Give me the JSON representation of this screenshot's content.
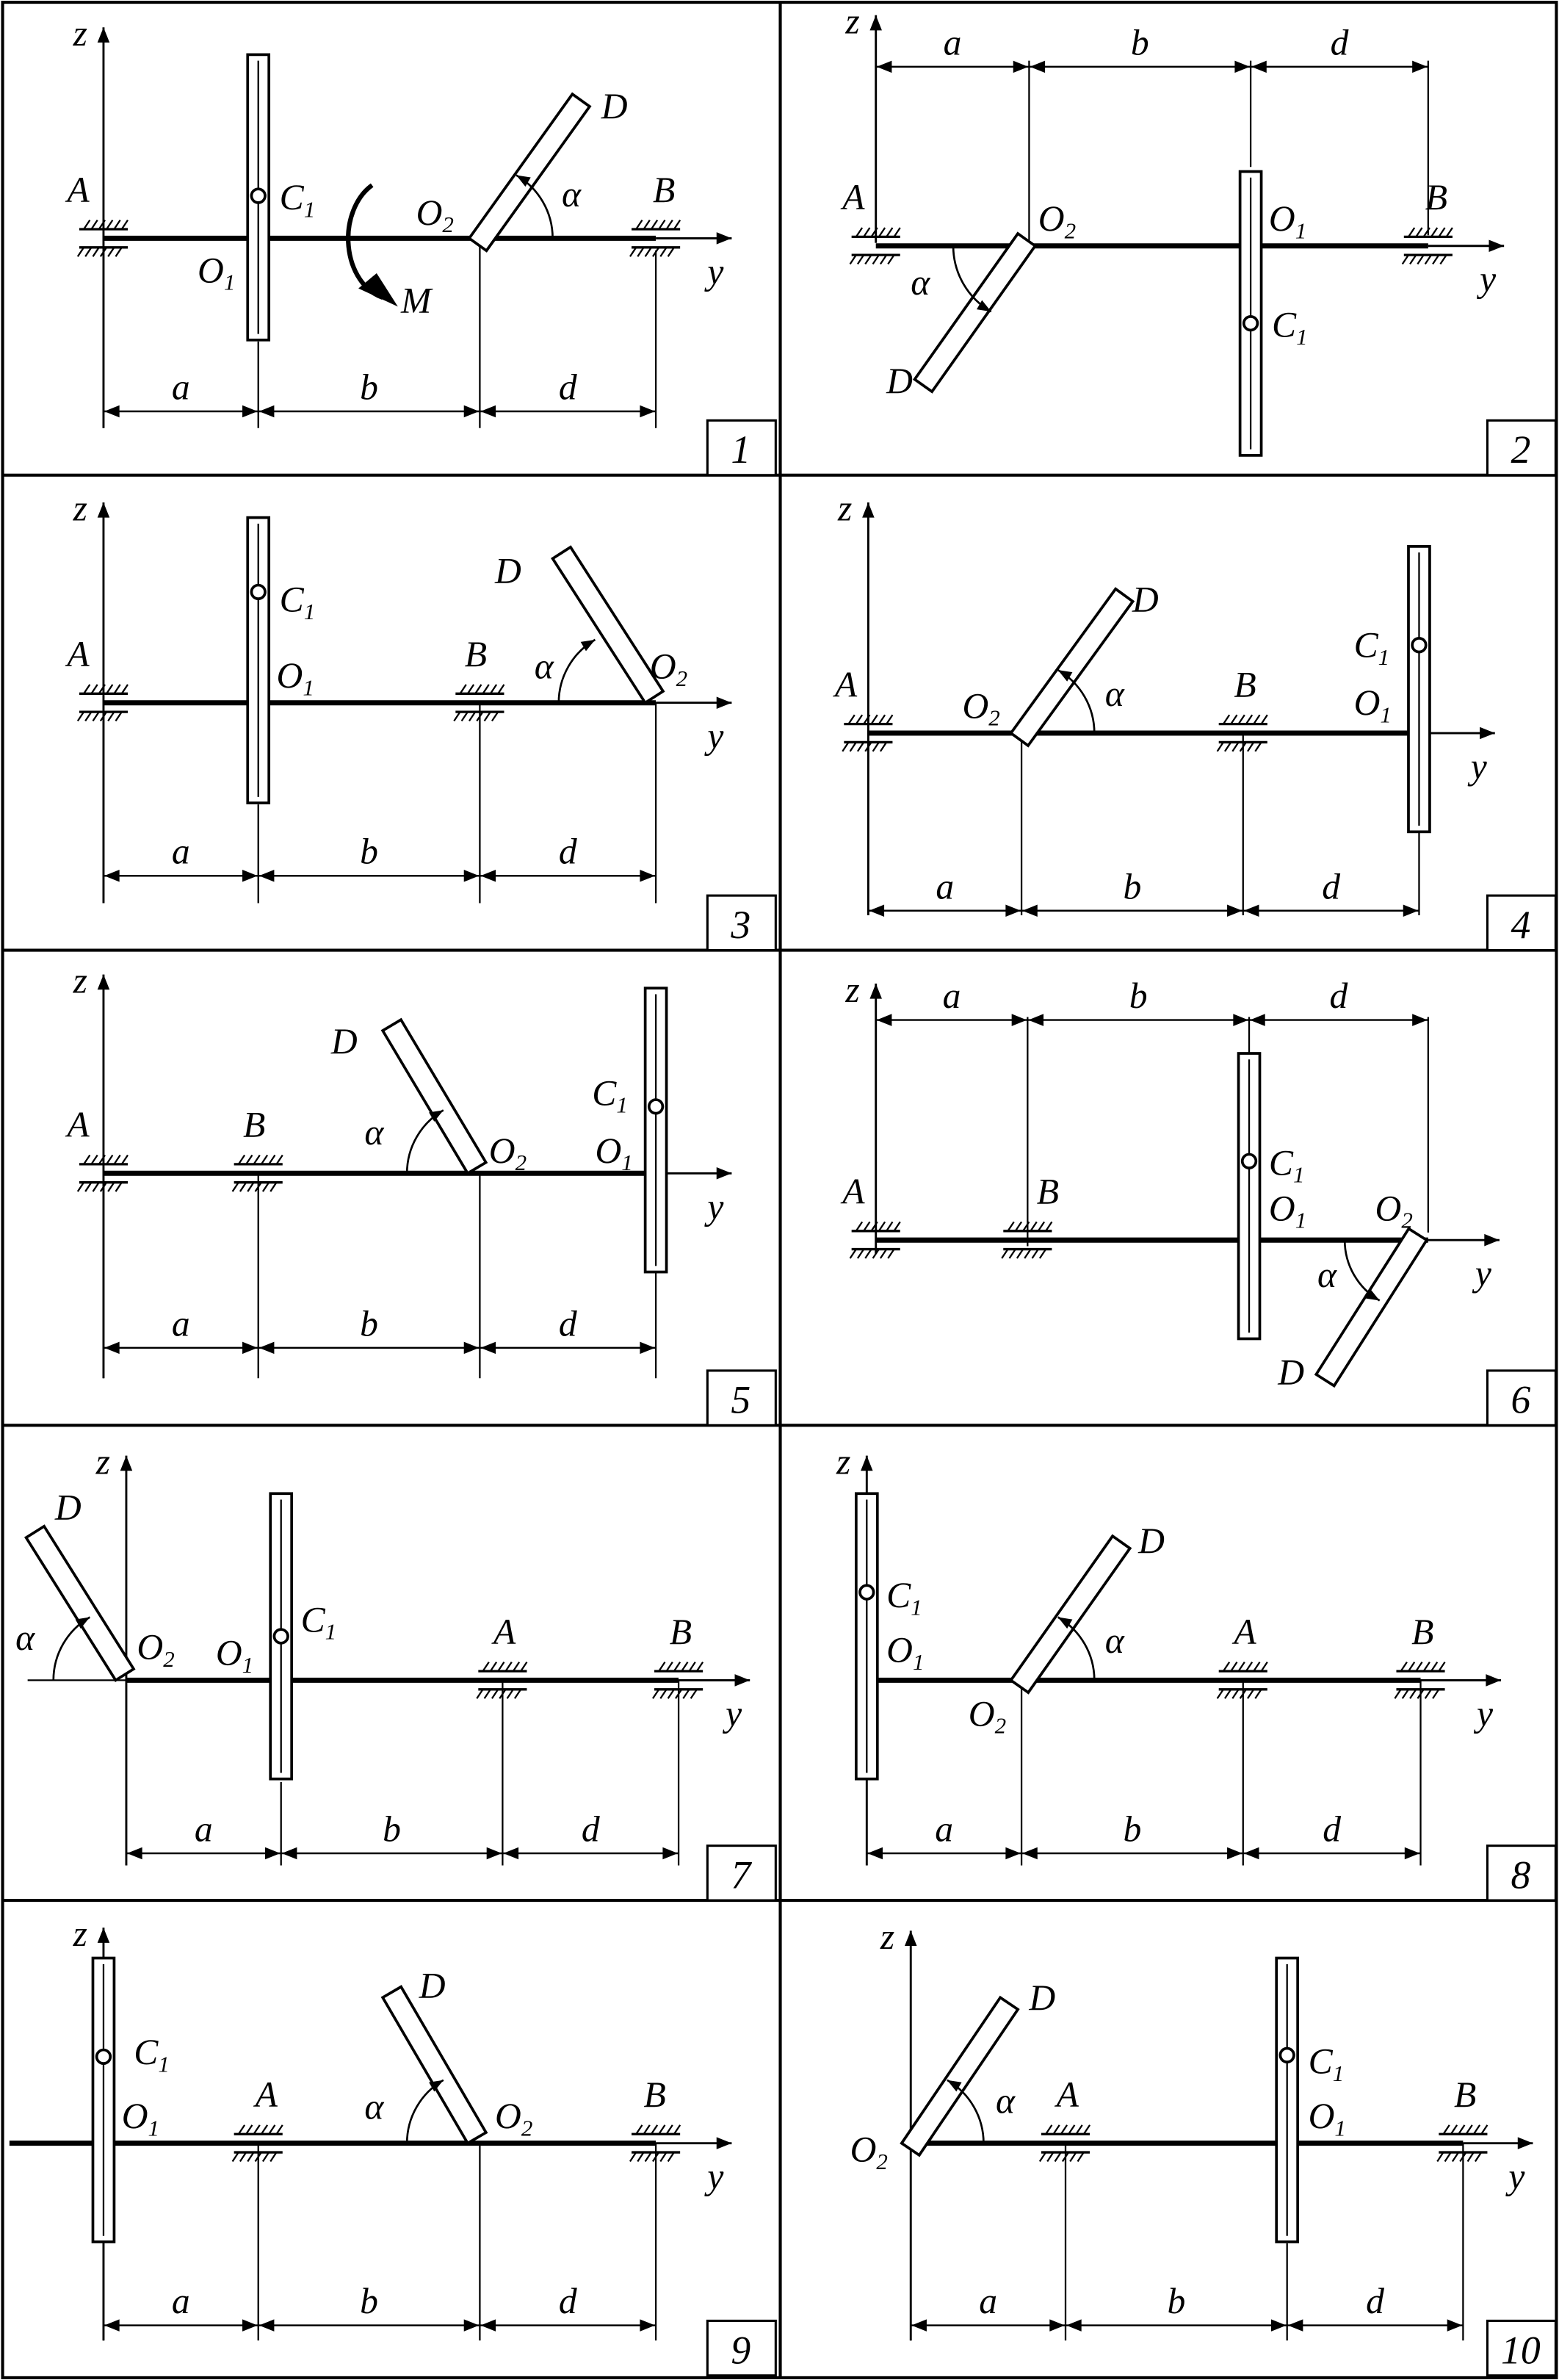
{
  "panels": [
    {
      "number": "1",
      "labels": {
        "z": "z",
        "y": "y",
        "a": "a",
        "b": "b",
        "d": "d",
        "A": "A",
        "B": "B",
        "C": "C",
        "C_sub": "1",
        "O_disk": "O",
        "O_disk_sub": "1",
        "O_rod": "O",
        "O_rod_sub": "2",
        "D": "D",
        "alpha": "α",
        "M": "M"
      }
    },
    {
      "number": "2",
      "labels": {
        "z": "z",
        "y": "y",
        "a": "a",
        "b": "b",
        "d": "d",
        "A": "A",
        "B": "B",
        "C": "C",
        "C_sub": "1",
        "O_disk": "O",
        "O_disk_sub": "1",
        "O_rod": "O",
        "O_rod_sub": "2",
        "D": "D",
        "alpha": "α"
      }
    },
    {
      "number": "3",
      "labels": {
        "z": "z",
        "y": "y",
        "a": "a",
        "b": "b",
        "d": "d",
        "A": "A",
        "B": "B",
        "C": "C",
        "C_sub": "1",
        "O_disk": "O",
        "O_disk_sub": "1",
        "O_rod": "O",
        "O_rod_sub": "2",
        "D": "D",
        "alpha": "α"
      }
    },
    {
      "number": "4",
      "labels": {
        "z": "z",
        "y": "y",
        "a": "a",
        "b": "b",
        "d": "d",
        "A": "A",
        "B": "B",
        "C": "C",
        "C_sub": "1",
        "O_disk": "O",
        "O_disk_sub": "1",
        "O_rod": "O",
        "O_rod_sub": "2",
        "D": "D",
        "alpha": "α"
      }
    },
    {
      "number": "5",
      "labels": {
        "z": "z",
        "y": "y",
        "a": "a",
        "b": "b",
        "d": "d",
        "A": "A",
        "B": "B",
        "C": "C",
        "C_sub": "1",
        "O_disk": "O",
        "O_disk_sub": "1",
        "O_rod": "O",
        "O_rod_sub": "2",
        "D": "D",
        "alpha": "α"
      }
    },
    {
      "number": "6",
      "labels": {
        "z": "z",
        "y": "y",
        "a": "a",
        "b": "b",
        "d": "d",
        "A": "A",
        "B": "B",
        "C": "C",
        "C_sub": "1",
        "O_disk": "O",
        "O_disk_sub": "1",
        "O_rod": "O",
        "O_rod_sub": "2",
        "D": "D",
        "alpha": "α"
      }
    },
    {
      "number": "7",
      "labels": {
        "z": "z",
        "y": "y",
        "a": "a",
        "b": "b",
        "d": "d",
        "A": "A",
        "B": "B",
        "C": "C",
        "C_sub": "1",
        "O_disk": "O",
        "O_disk_sub": "1",
        "O_rod": "O",
        "O_rod_sub": "2",
        "D": "D",
        "alpha": "α"
      }
    },
    {
      "number": "8",
      "labels": {
        "z": "z",
        "y": "y",
        "a": "a",
        "b": "b",
        "d": "d",
        "A": "A",
        "B": "B",
        "C": "C",
        "C_sub": "1",
        "O_disk": "O",
        "O_disk_sub": "1",
        "O_rod": "O",
        "O_rod_sub": "2",
        "D": "D",
        "alpha": "α"
      }
    },
    {
      "number": "9",
      "labels": {
        "z": "z",
        "y": "y",
        "a": "a",
        "b": "b",
        "d": "d",
        "A": "A",
        "B": "B",
        "C": "C",
        "C_sub": "1",
        "O_disk": "O",
        "O_disk_sub": "1",
        "O_rod": "O",
        "O_rod_sub": "2",
        "D": "D",
        "alpha": "α"
      }
    },
    {
      "number": "10",
      "labels": {
        "z": "z",
        "y": "y",
        "a": "a",
        "b": "b",
        "d": "d",
        "A": "A",
        "B": "B",
        "C": "C",
        "C_sub": "1",
        "O_disk": "O",
        "O_disk_sub": "1",
        "O_rod": "O",
        "O_rod_sub": "2",
        "D": "D",
        "alpha": "α"
      }
    }
  ]
}
